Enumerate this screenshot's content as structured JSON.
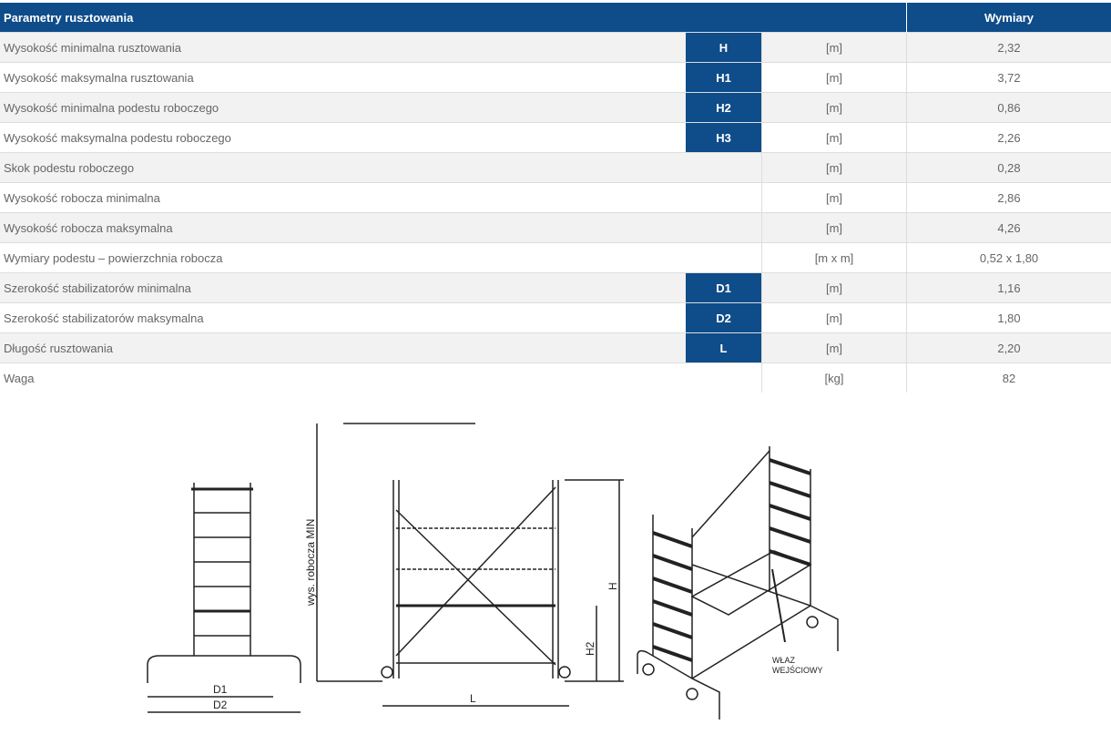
{
  "table": {
    "header": {
      "params": "Parametry rusztowania",
      "dims": "Wymiary"
    },
    "rows": [
      {
        "label": "Wysokość minimalna rusztowania",
        "code": "H",
        "unit": "[m]",
        "value": "2,32"
      },
      {
        "label": "Wysokość maksymalna rusztowania",
        "code": "H1",
        "unit": "[m]",
        "value": "3,72"
      },
      {
        "label": "Wysokość minimalna podestu roboczego",
        "code": "H2",
        "unit": "[m]",
        "value": "0,86"
      },
      {
        "label": "Wysokość maksymalna podestu roboczego",
        "code": "H3",
        "unit": "[m]",
        "value": "2,26"
      },
      {
        "label": "Skok podestu roboczego",
        "code": "",
        "unit": "[m]",
        "value": "0,28"
      },
      {
        "label": "Wysokość robocza minimalna",
        "code": "",
        "unit": "[m]",
        "value": "2,86"
      },
      {
        "label": "Wysokość robocza maksymalna",
        "code": "",
        "unit": "[m]",
        "value": "4,26"
      },
      {
        "label": "Wymiary podestu – powierzchnia robocza",
        "code": "",
        "unit": "[m x m]",
        "value": "0,52 x 1,80"
      },
      {
        "label": "Szerokość stabilizatorów minimalna",
        "code": "D1",
        "unit": "[m]",
        "value": "1,16"
      },
      {
        "label": "Szerokość stabilizatorów maksymalna",
        "code": "D2",
        "unit": "[m]",
        "value": "1,80"
      },
      {
        "label": "Długość rusztowania",
        "code": "L",
        "unit": "[m]",
        "value": "2,20"
      },
      {
        "label": "Waga",
        "code": "",
        "unit": "[kg]",
        "value": "82"
      }
    ]
  },
  "drawing": {
    "d1": "D1",
    "d2": "D2",
    "l": "L",
    "h": "H",
    "h2": "H2",
    "work_height": "wys. robocza MIN",
    "hatch_line1": "WŁAZ",
    "hatch_line2": "WEJŚCIOWY"
  }
}
